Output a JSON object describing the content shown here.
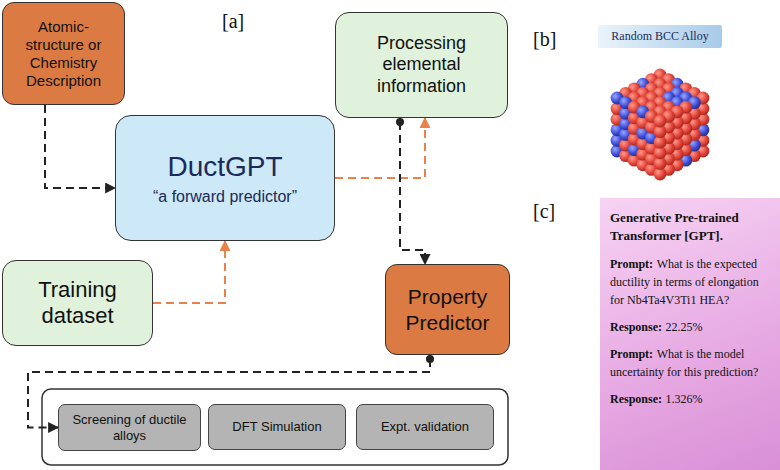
{
  "diagram": {
    "nodes": [
      {
        "text": [
          "Atomic-structure or Chemistry Description"
        ]
      },
      {
        "text": [
          "DuctGPT",
          "“a forward predictor”"
        ]
      },
      {
        "text": [
          "Processing elemental information"
        ]
      },
      {
        "text": [
          "Training dataset"
        ]
      },
      {
        "text": [
          "Property Predictor"
        ]
      },
      {
        "text": [
          "Screening of ductile alloys"
        ]
      },
      {
        "text": [
          "DFT Simulation"
        ]
      },
      {
        "text": [
          "Expt. validation"
        ]
      },
      {
        "text": [
          "Random BCC Alloy"
        ]
      },
      {
        "text": [
          "Generative Pre-trained Transformer [GPT].",
          "Prompt:",
          "What is the expected ductility in terms of elongation for Nb4Ta4V3Ti1 HEA?",
          "Response:",
          "22.25%",
          "Prompt:",
          "What is the model uncertainty for this prediction?",
          "Response:",
          "1.326%"
        ]
      }
    ],
    "edges": [
      {
        "from": 0,
        "to": 1,
        "arrow": "to"
      },
      {
        "from": 3,
        "to": 1,
        "arrow": "to"
      },
      {
        "from": 1,
        "to": 2,
        "arrow": "to"
      },
      {
        "from": 2,
        "to": 4,
        "arrow": "to"
      },
      {
        "from": 4,
        "to": 5,
        "arrow": "to"
      }
    ],
    "labels": [
      "[a]",
      "[b]",
      "[c]"
    ]
  }
}
